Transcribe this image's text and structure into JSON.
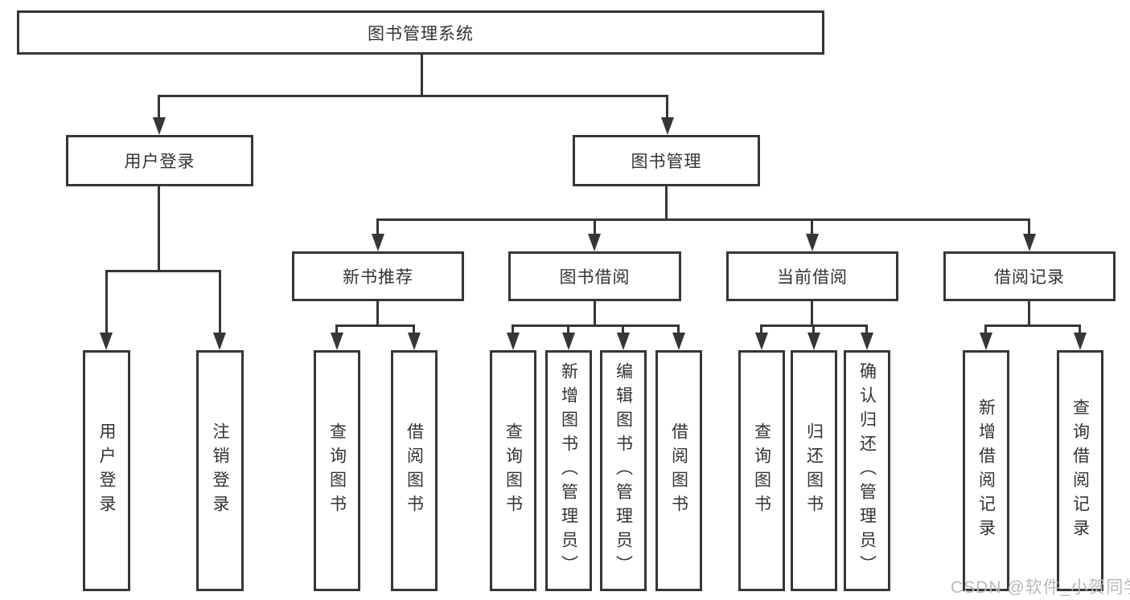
{
  "diagram_type": "tree",
  "tree": {
    "label": "图书管理系统",
    "children": [
      {
        "label": "用户登录",
        "children": [
          {
            "label": "用户登录"
          },
          {
            "label": "注销登录"
          }
        ]
      },
      {
        "label": "图书管理",
        "children": [
          {
            "label": "新书推荐",
            "children": [
              {
                "label": "查询图书"
              },
              {
                "label": "借阅图书"
              }
            ]
          },
          {
            "label": "图书借阅",
            "children": [
              {
                "label": "查询图书"
              },
              {
                "label": "新增图书（管理员）"
              },
              {
                "label": "编辑图书（管理员）"
              },
              {
                "label": "借阅图书"
              }
            ]
          },
          {
            "label": "当前借阅",
            "children": [
              {
                "label": "查询图书"
              },
              {
                "label": "归还图书"
              },
              {
                "label": "确认归还（管理员）"
              }
            ]
          },
          {
            "label": "借阅记录",
            "children": [
              {
                "label": "新增借阅记录"
              },
              {
                "label": "查询借阅记录"
              }
            ]
          }
        ]
      }
    ]
  },
  "watermark": {
    "text": "CSDN @软件_小贺同学"
  },
  "colors": {
    "line": "#363636",
    "text": "#333333",
    "background": "#ffffff",
    "watermark": "#b9b9bd"
  }
}
